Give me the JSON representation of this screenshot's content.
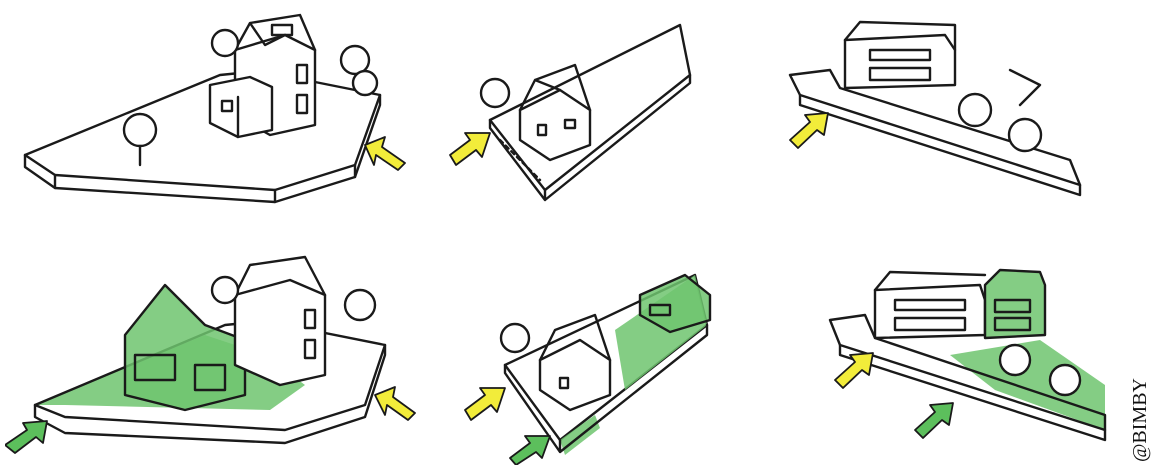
{
  "credit": "@BIMBY",
  "colors": {
    "ink": "#1a1a1a",
    "new_build_green": "#6fc46f",
    "access_arrow_yellow": "#f2ec3a",
    "access_arrow_green": "#5cbf5c"
  },
  "panels": [
    {
      "row": "before",
      "scene": "corner-plot-house"
    },
    {
      "row": "before",
      "scene": "long-plot-house"
    },
    {
      "row": "before",
      "scene": "terrace-sloped-plot"
    },
    {
      "row": "after",
      "scene": "corner-plot-house-extension"
    },
    {
      "row": "after",
      "scene": "long-plot-new-rear-house"
    },
    {
      "row": "after",
      "scene": "terrace-new-end-house"
    }
  ]
}
